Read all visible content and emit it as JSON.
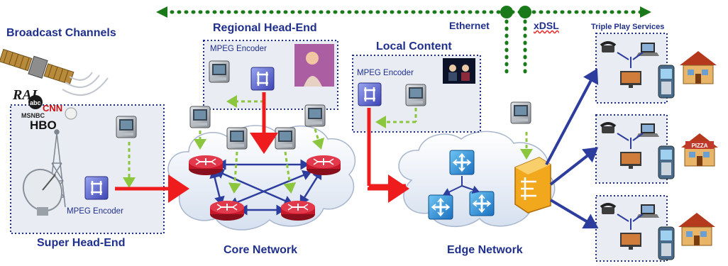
{
  "labels": {
    "broadcast_channels": "Broadcast Channels",
    "super_head_end": "Super Head-End",
    "regional_head_end": "Regional Head-End",
    "local_content": "Local Content",
    "core_network": "Core Network",
    "edge_network": "Edge Network",
    "triple_play_services": "Triple Play Services",
    "ethernet": "Ethernet",
    "xdsl": "xDSL",
    "mpeg_encoder": "MPEG Encoder"
  },
  "logos": {
    "rai": "RAI",
    "abc": "abc",
    "cnn": "CNN",
    "msnbc": "MSNBC",
    "hbo": "HBO"
  },
  "houses": [
    "PIZZA"
  ],
  "colors": {
    "label": "#1f2f8c",
    "box_border": "#1f2f8c",
    "box_fill": "#e9ecf3",
    "ethernet_line": "#1a7a1a",
    "video_link": "#ee1c1c",
    "encoder_link": "#8cc63f",
    "access_link": "#2d3d9e",
    "router": "#c7182b",
    "edge_switch": "#1a8fd6",
    "dslam": "#f2a81d"
  }
}
